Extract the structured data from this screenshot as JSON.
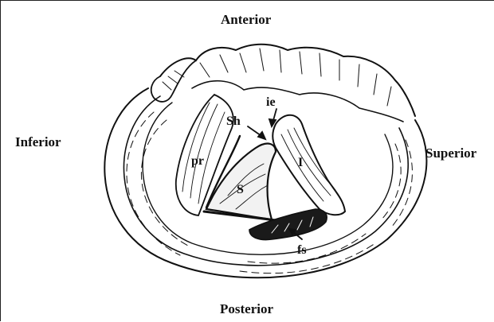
{
  "orientation": {
    "anterior": "Anterior",
    "posterior": "Posterior",
    "inferior": "Inferior",
    "superior": "Superior"
  },
  "structure_labels": {
    "pr": "pr",
    "sh": "Sh",
    "ie": "ie",
    "s": "S",
    "i": "I",
    "fs": "fs"
  }
}
